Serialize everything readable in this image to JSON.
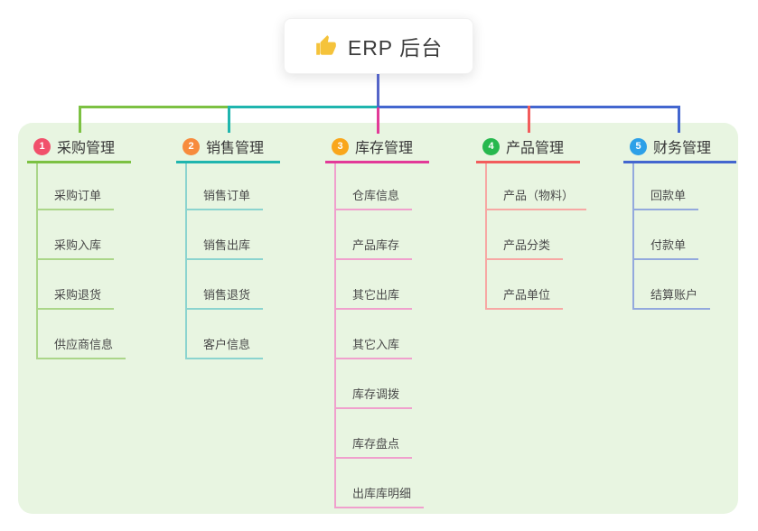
{
  "root": {
    "label": "ERP 后台",
    "icon": "thumbs-up-icon",
    "icon_color": "#f5c33b",
    "connector_color": "#5565c8"
  },
  "panel_color": "#e8f5e1",
  "branches": [
    {
      "badge": "1",
      "title": "采购管理",
      "badge_color": "#f1506b",
      "line_color": "#7cc142",
      "line_light": "#abd689",
      "children": [
        "采购订单",
        "采购入库",
        "采购退货",
        "供应商信息"
      ]
    },
    {
      "badge": "2",
      "title": "销售管理",
      "badge_color": "#f78b3d",
      "line_color": "#1fb5ae",
      "line_light": "#8bd4cf",
      "children": [
        "销售订单",
        "销售出库",
        "销售退货",
        "客户信息"
      ]
    },
    {
      "badge": "3",
      "title": "库存管理",
      "badge_color": "#f9a61b",
      "line_color": "#e23a98",
      "line_light": "#f0a0cd",
      "children": [
        "仓库信息",
        "产品库存",
        "其它出库",
        "其它入库",
        "库存调拨",
        "库存盘点",
        "出库库明细"
      ]
    },
    {
      "badge": "4",
      "title": "产品管理",
      "badge_color": "#27b84e",
      "line_color": "#f25c5c",
      "line_light": "#f7a8a4",
      "children": [
        "产品（物料）",
        "产品分类",
        "产品单位"
      ]
    },
    {
      "badge": "5",
      "title": "财务管理",
      "badge_color": "#2da0e8",
      "line_color": "#4366cf",
      "line_light": "#93a9dd",
      "children": [
        "回款单",
        "付款单",
        "结算账户"
      ]
    }
  ]
}
